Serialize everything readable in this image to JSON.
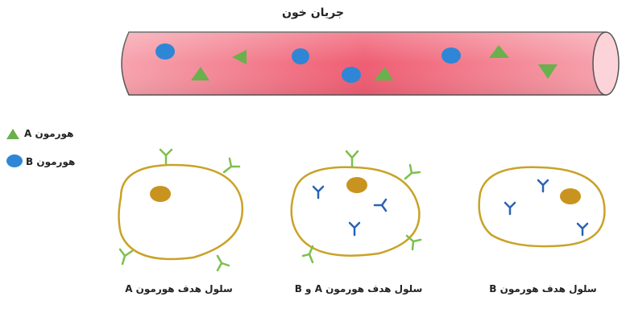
{
  "diagram": {
    "title": "جریان خون",
    "legend": [
      {
        "id": "A",
        "label": "هورمون A",
        "shape": "triangle",
        "color": "#6ab04c"
      },
      {
        "id": "B",
        "label": "هورمون B",
        "shape": "circle",
        "color": "#2f86d6"
      }
    ],
    "cells": [
      {
        "id": "cell-a",
        "label": "سلول هدف هورمون A",
        "receptors": "A"
      },
      {
        "id": "cell-ab",
        "label": "سلول هدف هورمون A و B",
        "receptors": "A,B"
      },
      {
        "id": "cell-b",
        "label": "سلول هدف هورمون B",
        "receptors": "B"
      }
    ],
    "colors": {
      "vessel": "#f26a7e",
      "vessel_light": "#f9b8c0",
      "membrane": "#c9a227",
      "nucleus": "#c8941f",
      "receptor_a": "#7cc04e",
      "receptor_b": "#2a62b8"
    }
  }
}
